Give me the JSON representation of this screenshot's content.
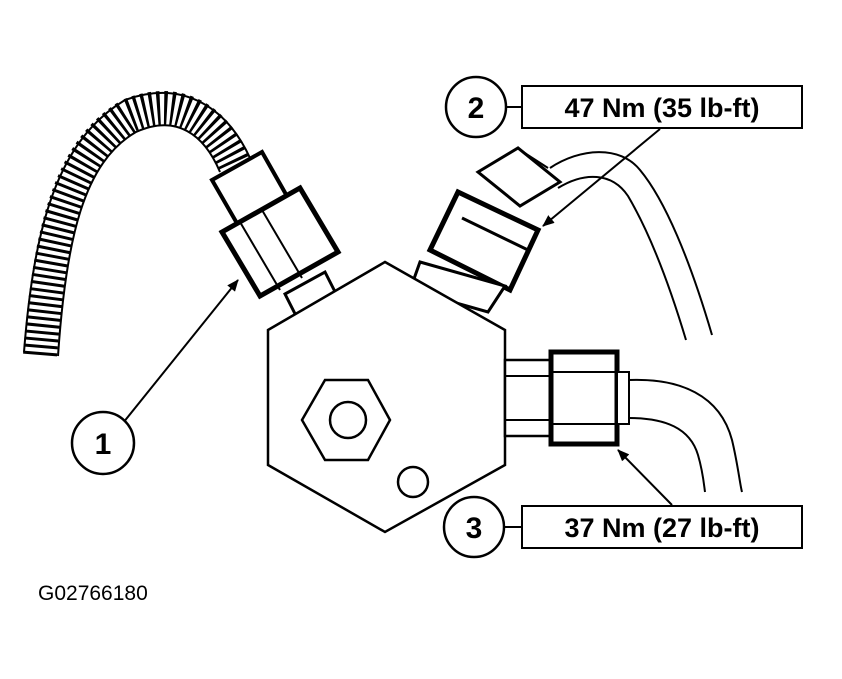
{
  "figure_code": "G02766180",
  "callouts": [
    {
      "number": "1",
      "spec": ""
    },
    {
      "number": "2",
      "spec": "47 Nm (35 lb-ft)"
    },
    {
      "number": "3",
      "spec": "37 Nm (27 lb-ft)"
    }
  ],
  "colors": {
    "line": "#000000",
    "background": "#ffffff"
  }
}
